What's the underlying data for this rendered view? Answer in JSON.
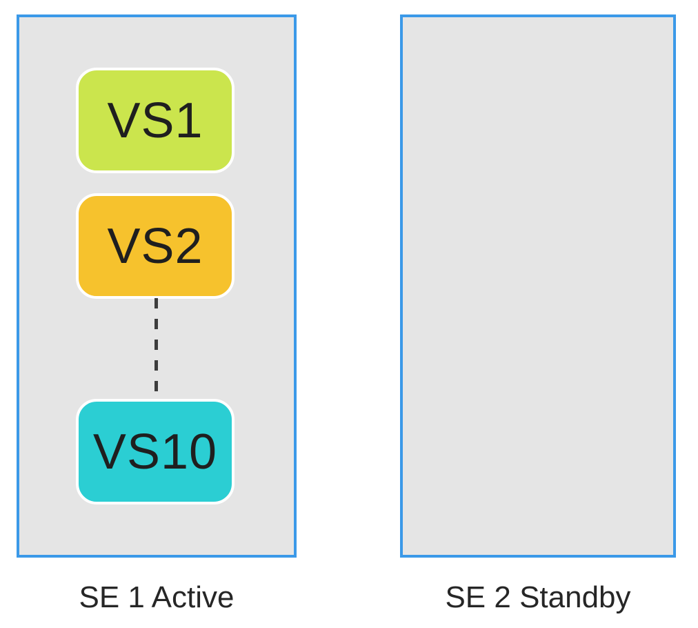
{
  "diagram": {
    "title": "Service engine failover diagram",
    "colors": {
      "container_border": "#3b99e8",
      "container_fill": "#e5e5e5",
      "vs1_fill": "#cbe54d",
      "vs2_fill": "#f6c22d",
      "vs10_fill": "#2bced3",
      "connector": "#3d3d3d",
      "vs_text": "#1f1f1f",
      "label_text": "#262626"
    },
    "service_engines": [
      {
        "label": "SE 1 Active",
        "virtual_services": [
          {
            "name": "VS1",
            "fill": "#cbe54d"
          },
          {
            "name": "VS2",
            "fill": "#f6c22d"
          },
          {
            "name": "VS10",
            "fill": "#2bced3"
          }
        ],
        "connector": {
          "type": "dashed-vertical",
          "from": "VS2",
          "to": "VS10",
          "meaning": "elided virtual services VS3 through VS9"
        }
      },
      {
        "label": "SE 2 Standby",
        "virtual_services": []
      }
    ]
  }
}
